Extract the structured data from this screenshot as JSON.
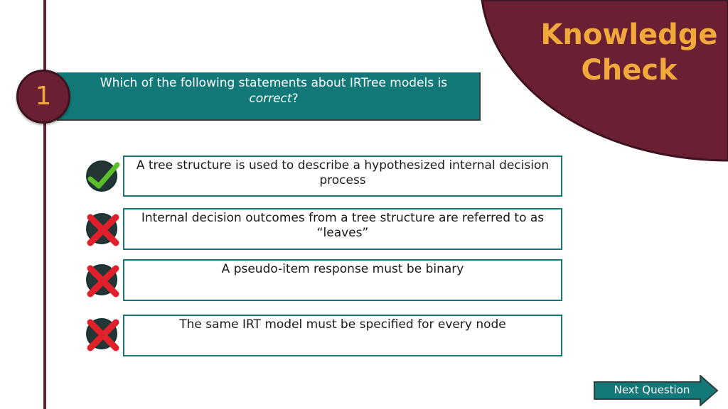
{
  "header": {
    "title": "Knowledge Check"
  },
  "question": {
    "number": "1",
    "text_main": "Which of the following statements about IRTree models is",
    "text_emph": "correct",
    "text_end": "?"
  },
  "options": [
    {
      "text": "A tree structure is used to describe a hypothesized internal decision process",
      "status": "correct",
      "mark_icon": "check-icon"
    },
    {
      "text": "Internal decision outcomes from a tree structure are referred to as “leaves”",
      "status": "incorrect",
      "mark_icon": "x-icon"
    },
    {
      "text": "A pseudo-item response must be binary",
      "status": "incorrect",
      "mark_icon": "x-icon"
    },
    {
      "text": "The same IRT model must be specified for every node",
      "status": "incorrect",
      "mark_icon": "x-icon"
    }
  ],
  "navigation": {
    "next_label": "Next Question"
  },
  "colors": {
    "maroon": "#6b1f33",
    "teal": "#137878",
    "gold": "#f2a93b",
    "check_green": "#5bbf2a",
    "x_red": "#e0202a"
  }
}
